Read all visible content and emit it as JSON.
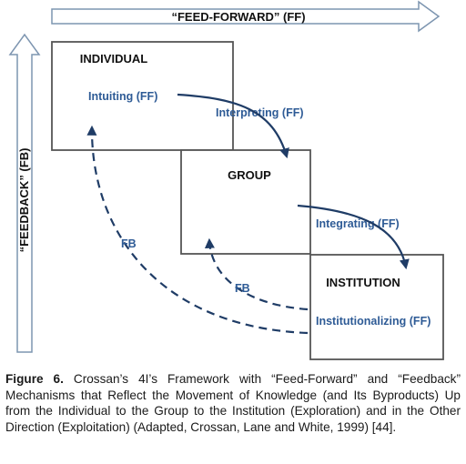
{
  "diagram": {
    "feed_forward_label": "“FEED-FORWARD” (FF)",
    "feedback_label": "“FEEDBACK” (FB)",
    "boxes": {
      "individual": "INDIVIDUAL",
      "group": "GROUP",
      "institution": "INSTITUTION"
    },
    "processes": {
      "intuiting": "Intuiting (FF)",
      "interpreting": "Interpreting (FF)",
      "integrating": "Integrating (FF)",
      "institutionalizing": "Institutionalizing (FF)"
    },
    "fb_upper": "FB",
    "fb_lower": "FB",
    "colors": {
      "process_text": "#2e5b96",
      "arrow": "#1f3c66",
      "box_stroke": "#555555",
      "big_arrow_stroke": "#7d95b0"
    }
  },
  "caption": {
    "label": "Figure 6.",
    "text": " Crossan’s 4I’s Framework with “Feed-Forward” and “Feedback” Mechanisms that Reflect the Movement of Knowledge (and Its Byproducts) Up from the Individual to the Group to the Institution (Exploration) and in the Other Direction (Exploitation) (Adapted, Crossan, Lane and White, 1999) [44]."
  }
}
